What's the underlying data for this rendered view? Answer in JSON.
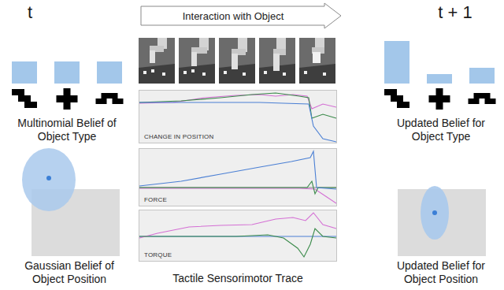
{
  "diagram": {
    "nodes": [
      {
        "text": [
          "Interaction with Object"
        ]
      },
      {
        "text": [
          "CHANGE IN POSITION"
        ]
      },
      {
        "text": [
          "FORCE"
        ]
      },
      {
        "text": [
          "TORQUE"
        ]
      }
    ],
    "labels": [
      "t",
      "t + 1",
      "Multinomial Belief of Object Type",
      "Gaussian Belief of Object Position",
      "Tactile Sensorimotor Trace",
      "Updated Belief for Object Type",
      "Updated Belief for Object Position"
    ]
  }
}
